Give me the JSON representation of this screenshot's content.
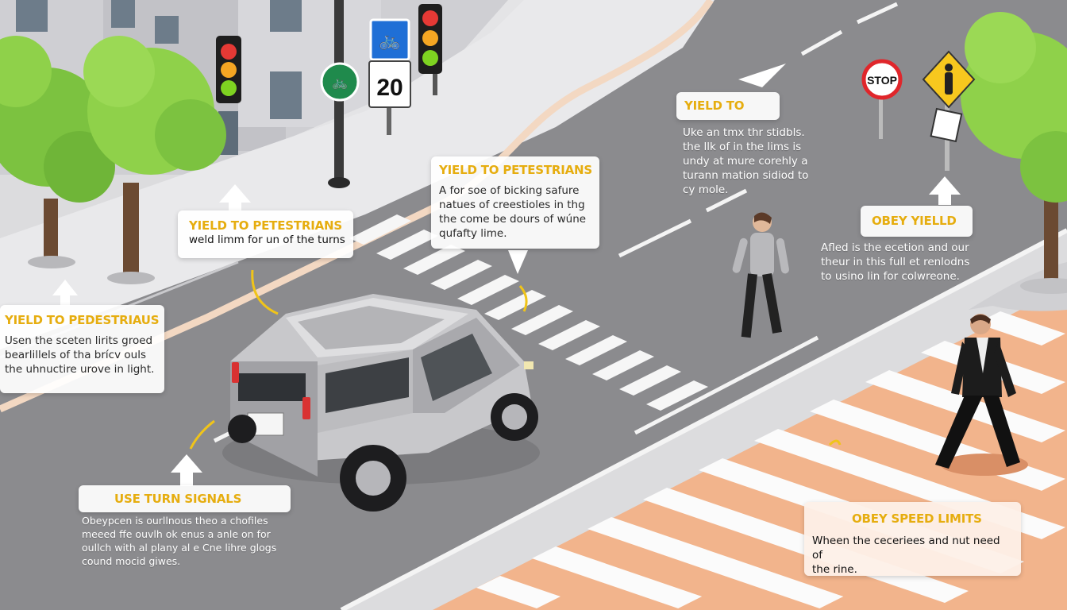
{
  "colors": {
    "road": "#8b8b8e",
    "sidewalk": "#dcdcde",
    "crosswalk_orange": "#f2b48c",
    "label_title": "#e6ad0f",
    "curb": "#f3d8c2"
  },
  "signs": {
    "stop": "STOP",
    "speed": "20"
  },
  "labels": [
    {
      "title": "YIELD TO PEDESTRIAUS",
      "body": [
        "Usen the sceten lirits groed",
        "bearlillels of tha brícv ouls",
        "the uhnuctire urove in light."
      ]
    },
    {
      "title": "YIELD TO PETESTRIANS",
      "body": [
        "weld limm for un of the turns"
      ]
    },
    {
      "title": "YIELD TO PETESTRIANS",
      "body": [
        "A  for soe of bicking safure",
        "natues of creestioles in thg",
        "the come be dours of wúne",
        "qufafty lime."
      ]
    },
    {
      "title": "YIELD TO",
      "body": [
        "Uke an tmx thr stidbls.",
        "the llk of in the lims is",
        "undy at mure corehly a",
        "turann mation sidiod to",
        "cy mole."
      ]
    },
    {
      "title": "OBEY YIELLD",
      "body": [
        "Afled is the ecetion and our",
        "theur in this full et renlodns",
        "to usino lin for colwreone."
      ]
    },
    {
      "title": "USE TURN SIGNALS",
      "body": [
        "Obeypcen is ourllnous theo a chofiles",
        "meeed ffe ouvlh ok enus a anle on for",
        "oullch with al plany al e Cne lihre glogs",
        "cound mocid giwes."
      ]
    },
    {
      "title": "OBEY SPEED LIMITS",
      "body": [
        "Wheen the ceceriees and nut need of",
        "the rine."
      ]
    }
  ]
}
